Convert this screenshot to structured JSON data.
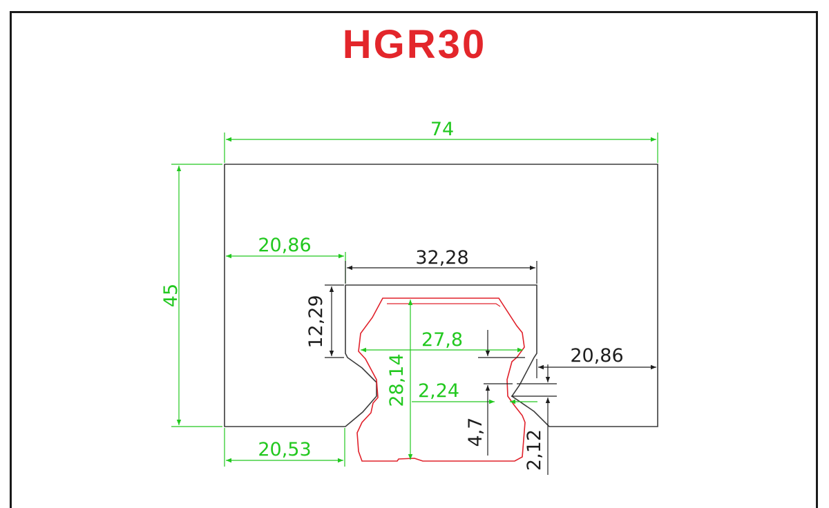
{
  "title": "HGR30",
  "colors": {
    "title": "#e3262b",
    "outline": "#3a3a3a",
    "rail": "#e0202a",
    "green_dimension": "#22c81f",
    "black_dimension": "#1e1e1e",
    "frame": "#1a1a1a"
  },
  "dimensions": {
    "overall_width": "74",
    "overall_height": "45",
    "left_shoulder_top": "20,86",
    "slot_width": "32,28",
    "slot_depth": "12,29",
    "rail_width": "27,8",
    "rail_height": "28,14",
    "right_shoulder": "20,86",
    "groove_depth": "2,24",
    "groove_height": "4,7",
    "groove_offset": "2,12",
    "left_base": "20,53"
  }
}
